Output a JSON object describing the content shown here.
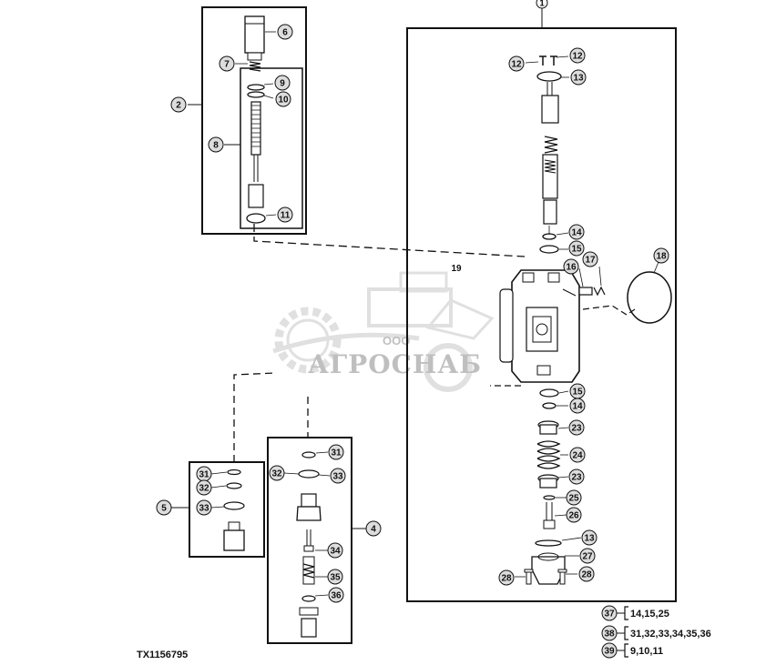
{
  "figure_id": "TX1156795",
  "watermark": {
    "company": "ООО",
    "brand": "АГРОСНАБ"
  },
  "callouts": {
    "c1": "1",
    "c2": "2",
    "c4": "4",
    "c5": "5",
    "c6": "6",
    "c7": "7",
    "c8": "8",
    "c9": "9",
    "c10": "10",
    "c11": "11",
    "c12a": "12",
    "c12b": "12",
    "c13a": "13",
    "c14a": "14",
    "c15a": "15",
    "c16": "16",
    "c17": "17",
    "c18": "18",
    "c19": "19",
    "c15b": "15",
    "c14b": "14",
    "c23a": "23",
    "c24": "24",
    "c23b": "23",
    "c25": "25",
    "c26": "26",
    "c13b": "13",
    "c27": "27",
    "c28a": "28",
    "c28b": "28",
    "c31a": "31",
    "c32a": "32",
    "c33a": "33",
    "c31b": "31",
    "c32b": "32",
    "c33b": "33",
    "c34": "34",
    "c35": "35",
    "c36": "36"
  },
  "legend": [
    {
      "number": "37",
      "items": "14,15,25"
    },
    {
      "number": "38",
      "items": "31,32,33,34,35,36"
    },
    {
      "number": "39",
      "items": "9,10,11"
    }
  ]
}
